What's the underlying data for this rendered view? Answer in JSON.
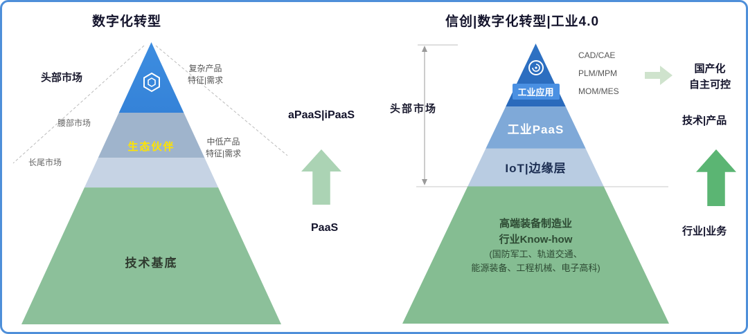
{
  "titles": {
    "left": "数字化转型",
    "right": "信创|数字化转型|工业4.0"
  },
  "left_pyramid": {
    "market_labels": [
      {
        "label": "头部市场"
      },
      {
        "label": "腰部市场"
      },
      {
        "label": "长尾市场"
      }
    ],
    "demand_labels": [
      {
        "line1": "复杂产品",
        "line2": "特征|需求"
      },
      {
        "line1": "中低产品",
        "line2": "特征|需求"
      }
    ],
    "partner_band": "生态伙伴",
    "base": "技术基底",
    "icon": "hexagon-logo-icon"
  },
  "left_annotations": {
    "apaas": "aPaaS|iPaaS",
    "paas": "PaaS"
  },
  "right_pyramid": {
    "market_label": "头部市场",
    "app_box": "工业应用",
    "paas_band": "工业PaaS",
    "iot_band": "IoT|边缘层",
    "base_lines": [
      "高端装备制造业",
      "行业Know-how",
      "(国防军工、轨道交通、",
      "能源装备、工程机械、电子高科)"
    ],
    "icon": "target-swirl-icon"
  },
  "right_tech_labels": [
    "CAD/CAE",
    "PLM/MPM",
    "MOM/MES"
  ],
  "right_annotations": {
    "local_line1": "国产化",
    "local_line2": "自主可控",
    "tech_product": "技术|产品",
    "industry_business": "行业|业务"
  },
  "colors": {
    "border": "#4e8fd9",
    "pyramid_blue_top": "#2b79d2",
    "pyramid_blue_dark": "#1d5cab",
    "band_muted_blue": "#9fb4cc",
    "band_light_blue": "#c6d3e4",
    "band_mid_blue": "#7fa9d8",
    "green_base": "#8cc09a",
    "green_base_right": "#85bd92",
    "arrow_light_green": "#abd3b4",
    "arrow_green": "#5bb573",
    "arrow_pale_green": "#cfe3cd",
    "partner_yellow": "#ffe400"
  }
}
